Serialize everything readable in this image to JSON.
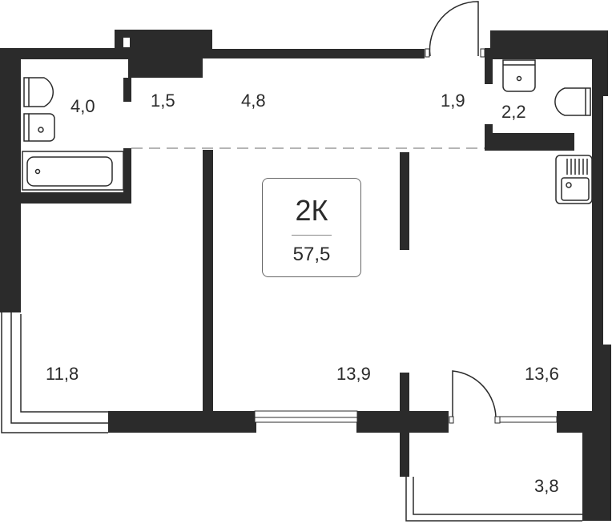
{
  "plan": {
    "apartment_type": "2К",
    "total_area": "57,5",
    "rooms": [
      {
        "id": "bathroom",
        "area": "4,0"
      },
      {
        "id": "hall-small",
        "area": "1,5"
      },
      {
        "id": "corridor",
        "area": "4,8"
      },
      {
        "id": "entrance",
        "area": "1,9"
      },
      {
        "id": "toilet",
        "area": "2,2"
      },
      {
        "id": "bedroom",
        "area": "11,8"
      },
      {
        "id": "living-room",
        "area": "13,9"
      },
      {
        "id": "kitchen",
        "area": "13,6"
      },
      {
        "id": "balcony",
        "area": "3,8"
      }
    ]
  },
  "colors": {
    "wall": "#2b2b2b",
    "background": "#ffffff",
    "divider": "#b5b5b5"
  }
}
